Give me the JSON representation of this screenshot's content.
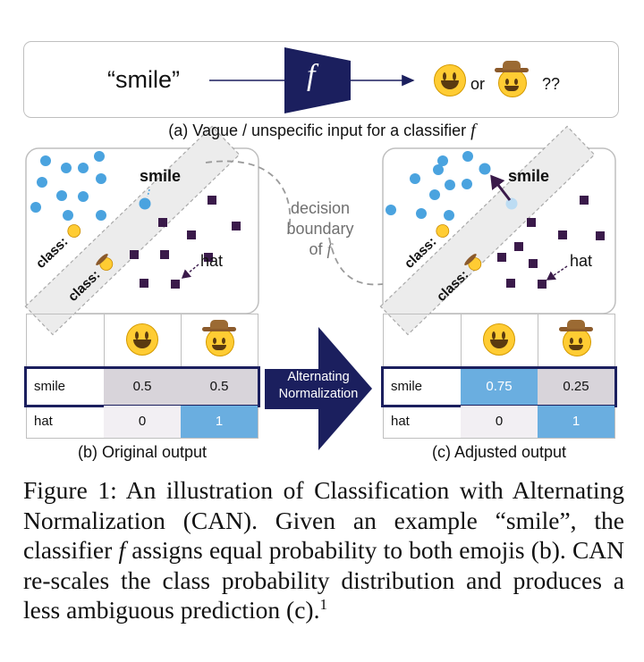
{
  "panel_a": {
    "input_word": "“smile”",
    "function_symbol": "f",
    "or_text": "or",
    "question_marks": "??",
    "caption_prefix": "(a) Vague / unspecific input for a classifier",
    "caption_symbol": "f"
  },
  "panel_b": {
    "smile_label": "smile",
    "hat_label": "hat",
    "class_label_1": "class:",
    "class_label_2": "class:",
    "table": {
      "rows": [
        {
          "label": "smile",
          "values": [
            "0.5",
            "0.5"
          ]
        },
        {
          "label": "hat",
          "values": [
            "0",
            "1"
          ]
        }
      ]
    },
    "caption": "(b) Original output"
  },
  "middle": {
    "boundary_line1": "decision",
    "boundary_line2": "boundary",
    "boundary_line3_prefix": "of",
    "boundary_symbol": "f",
    "arrow_line1": "Alternating",
    "arrow_line2": "Normalization"
  },
  "panel_c": {
    "smile_label": "smile",
    "hat_label": "hat",
    "class_label_1": "class:",
    "class_label_2": "class:",
    "table": {
      "rows": [
        {
          "label": "smile",
          "values": [
            "0.75",
            "0.25"
          ]
        },
        {
          "label": "hat",
          "values": [
            "0",
            "1"
          ]
        }
      ]
    },
    "caption": "(c) Adjusted output"
  },
  "figure_caption": {
    "part1": "Figure 1: An illustration of Classification with Alternating Normalization (",
    "can_1": "CAN",
    "part2": "). Given an example “smile”, the classifier ",
    "symbol": "f",
    "part3": " assigns equal probability to both emojis (b). ",
    "can_2": "CAN",
    "part4": " re-scales the class probability distribution and produces a less ambiguous prediction (c).",
    "footnote_mark": "1"
  },
  "colors": {
    "navy": "#1b1f5e",
    "dot_blue": "#4aa3df",
    "square_purple": "#3a1a4a",
    "cell_gray": "#d8d4da",
    "cell_blue": "#6aaee0",
    "cell_light": "#f2eff3",
    "emoji_yellow": "#ffcc33"
  },
  "icons": [
    "smile-emoji-icon",
    "cowboy-hat-emoji-icon",
    "function-box-icon",
    "arrow-right-icon"
  ]
}
